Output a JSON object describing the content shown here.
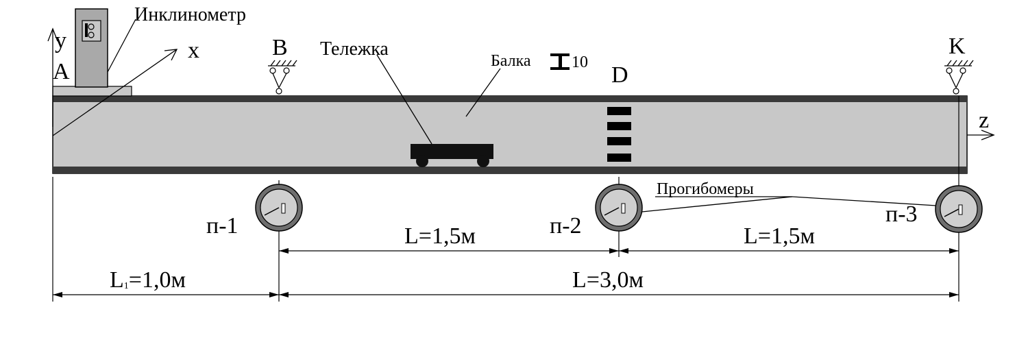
{
  "labels": {
    "inclinometer": "Инклинометр",
    "trolley": "Тележка",
    "beam": "Балка",
    "beam_profile": "10",
    "deflectometers": "Прогибомеры"
  },
  "points": {
    "A": "A",
    "B": "B",
    "D": "D",
    "K": "K"
  },
  "axes": {
    "y": "y",
    "x": "x",
    "z": "z"
  },
  "gauges": [
    {
      "label": "п-1"
    },
    {
      "label": "п-2"
    },
    {
      "label": "п-3"
    }
  ],
  "dimensions": {
    "L1_main": "L",
    "L1_sub": "1",
    "L1_value": "=1,0м",
    "half_span_1": "L=1,5м",
    "half_span_2": "L=1,5м",
    "full_span": "L=3,0м"
  },
  "colors": {
    "beam_fill": "#c8c8c8",
    "flange": "#3a3a3a",
    "device_fill": "#a9a9a9",
    "gauge_ring": "#6e6e6e",
    "gauge_face": "#cfcfcf"
  }
}
